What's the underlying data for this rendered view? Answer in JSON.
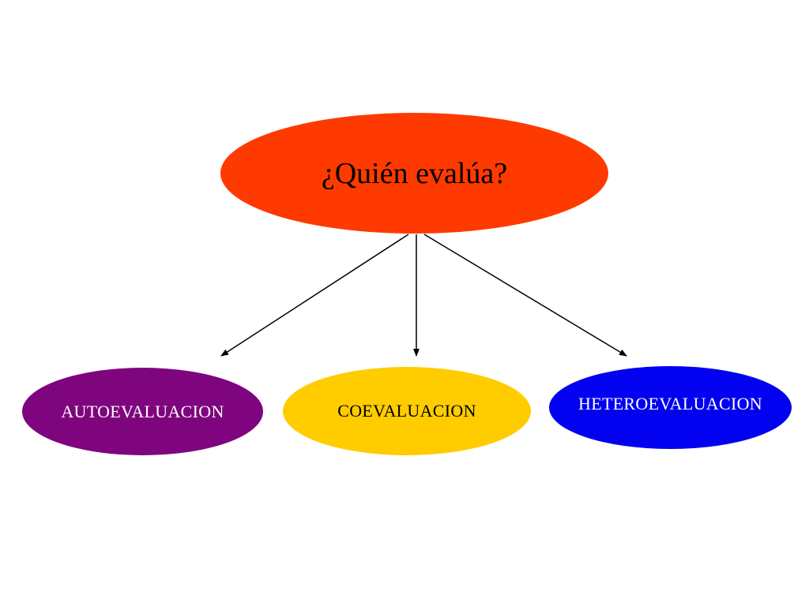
{
  "diagram": {
    "root": {
      "label": "¿Quién  evalúa?",
      "color": "#ff3a00"
    },
    "children": [
      {
        "label": "AUTOEVALUACION",
        "color": "#7f057f",
        "text_color": "#ffffff"
      },
      {
        "label": "COEVALUACION",
        "color": "#ffcc00",
        "text_color": "#000000"
      },
      {
        "label": "HETEROEVALUACION",
        "color": "#0202f0",
        "text_color": "#ffffff"
      }
    ],
    "connector_color": "#000000"
  }
}
